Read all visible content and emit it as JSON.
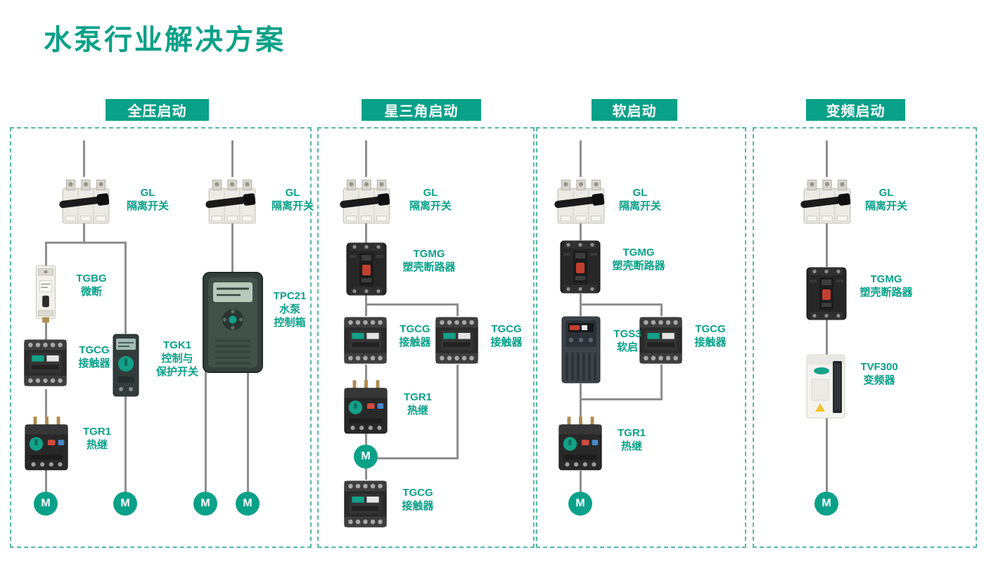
{
  "title": "水泵行业解决方案",
  "motor_label": "M",
  "colors": {
    "accent": "#0AA189",
    "wire": "#8F8F8F",
    "panel_border": "#55B9A7"
  },
  "sections": [
    {
      "label": "全压启动",
      "devices": [
        {
          "type": "gl-isolator",
          "code": "GL",
          "desc": "隔离开关"
        },
        {
          "type": "gl-isolator",
          "code": "GL",
          "desc": "隔离开关"
        },
        {
          "type": "tgbg-mcb",
          "code": "TGBG",
          "desc": "微断"
        },
        {
          "type": "tgcg-contactor",
          "code": "TGCG",
          "desc": "接触器"
        },
        {
          "type": "tgk1-control-protect-switch",
          "code": "TGK1",
          "desc": "控制与\n保护开关"
        },
        {
          "type": "tpc21-pump-control-box",
          "code": "TPC21",
          "desc": "水泵\n控制箱"
        },
        {
          "type": "tgr1-thermal-relay",
          "code": "TGR1",
          "desc": "热继"
        }
      ],
      "motor_count": 4
    },
    {
      "label": "星三角启动",
      "devices": [
        {
          "type": "gl-isolator",
          "code": "GL",
          "desc": "隔离开关"
        },
        {
          "type": "tgmg-mccb",
          "code": "TGMG",
          "desc": "塑壳断路器"
        },
        {
          "type": "tgcg-contactor",
          "code": "TGCG",
          "desc": "接触器"
        },
        {
          "type": "tgcg-contactor",
          "code": "TGCG",
          "desc": "接触器"
        },
        {
          "type": "tgr1-thermal-relay",
          "code": "TGR1",
          "desc": "热继"
        },
        {
          "type": "tgcg-contactor",
          "code": "TGCG",
          "desc": "接触器"
        }
      ],
      "motor_count": 1
    },
    {
      "label": "软启动",
      "devices": [
        {
          "type": "gl-isolator",
          "code": "GL",
          "desc": "隔离开关"
        },
        {
          "type": "tgmg-mccb",
          "code": "TGMG",
          "desc": "塑壳断路器"
        },
        {
          "type": "tgs3-soft-starter",
          "code": "TGS3",
          "desc": "软启"
        },
        {
          "type": "tgcg-contactor",
          "code": "TGCG",
          "desc": "接触器"
        },
        {
          "type": "tgr1-thermal-relay",
          "code": "TGR1",
          "desc": "热继"
        }
      ],
      "motor_count": 1
    },
    {
      "label": "变频启动",
      "devices": [
        {
          "type": "gl-isolator",
          "code": "GL",
          "desc": "隔离开关"
        },
        {
          "type": "tgmg-mccb",
          "code": "TGMG",
          "desc": "塑壳断路器"
        },
        {
          "type": "tvf300-inverter",
          "code": "TVF300",
          "desc": "变频器"
        }
      ],
      "motor_count": 1
    }
  ]
}
